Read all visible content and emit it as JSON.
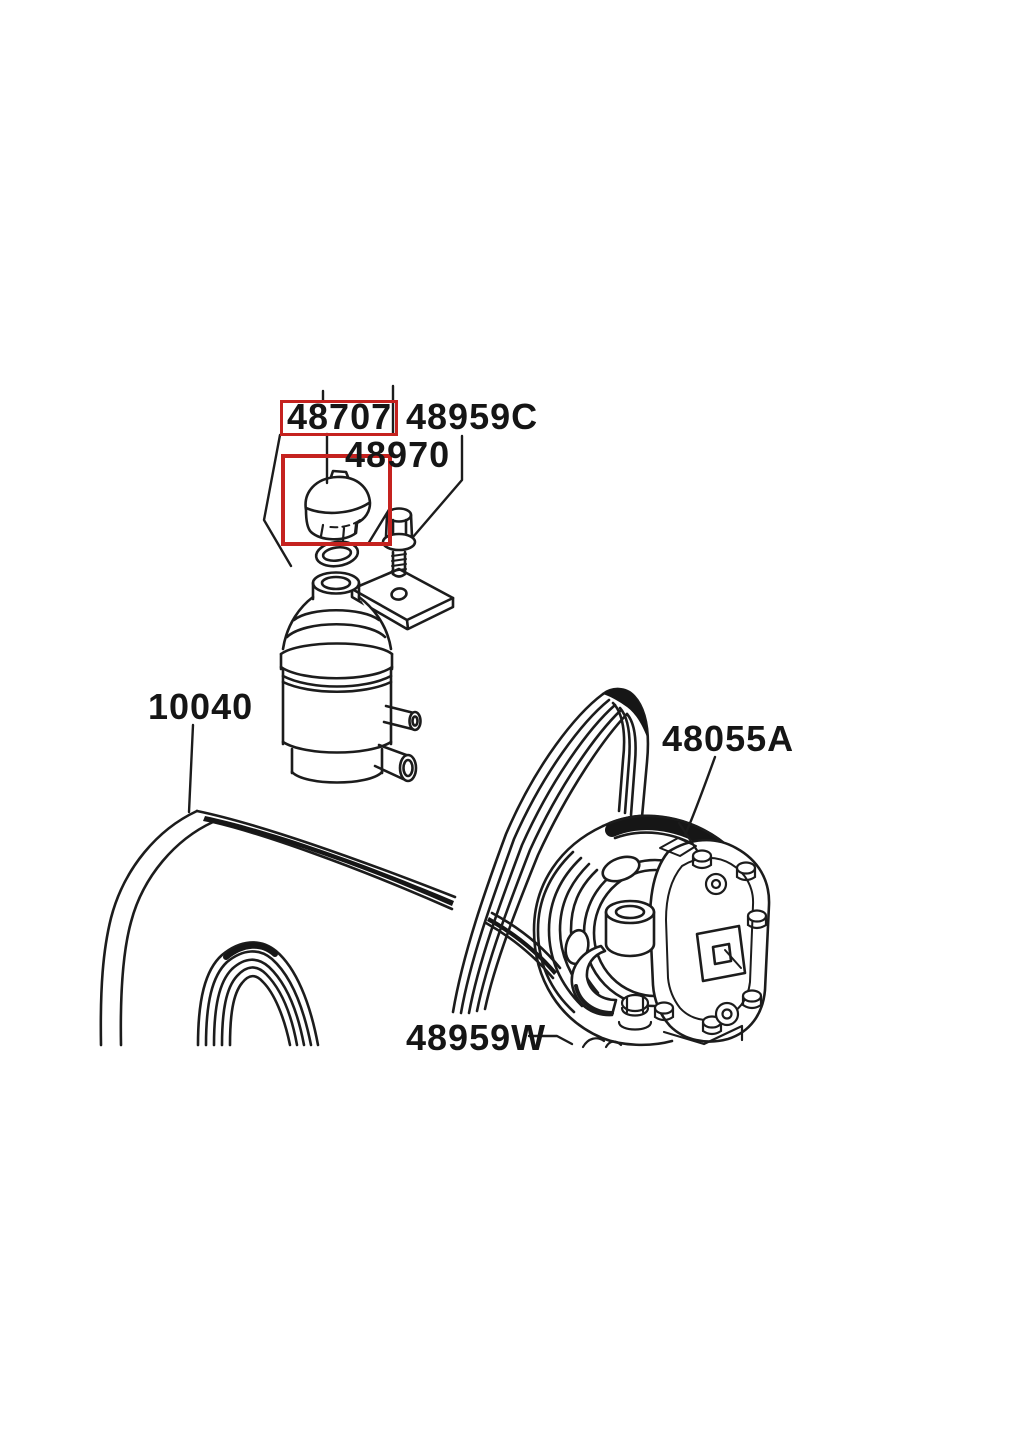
{
  "diagram": {
    "type": "parts-diagram",
    "background": "#ffffff",
    "line_color": "#1c1c1c",
    "highlight_color": "#c5221f",
    "highlighted_label": "48707",
    "labels": {
      "l48707": "48707",
      "l48959c": "48959C",
      "l48970": "48970",
      "l10040": "10040",
      "l48055a": "48055A",
      "l48959w": "48959W"
    }
  }
}
